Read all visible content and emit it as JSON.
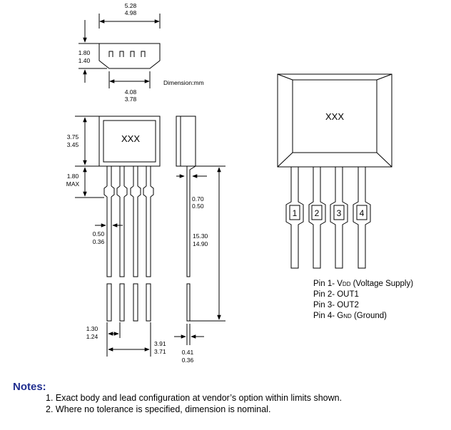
{
  "top_view": {
    "width_max": "5.28",
    "width_min": "4.98",
    "height_max": "1.80",
    "height_min": "1.40",
    "bottom_max": "4.08",
    "bottom_min": "3.78",
    "unit_label": "Dimension:mm"
  },
  "front_view": {
    "marking": "XXX",
    "body_height_max": "3.75",
    "body_height_min": "3.45",
    "shoulder_max": "1.80",
    "shoulder_label": "MAX",
    "lead_width_max": "0.50",
    "lead_width_min": "0.36",
    "pitch_max": "1.30",
    "pitch_min": "1.24",
    "span_max": "3.91",
    "span_min": "3.71"
  },
  "side_view": {
    "lead_offset_max": "0.70",
    "lead_offset_min": "0.50",
    "lead_length_max": "15.30",
    "lead_length_min": "14.90",
    "thickness_max": "0.41",
    "thickness_min": "0.36"
  },
  "large_view": {
    "marking": "XXX",
    "pins": [
      "1",
      "2",
      "3",
      "4"
    ]
  },
  "pin_list": [
    {
      "prefix": "Pin 1- V",
      "sub": "DD",
      "suffix": " (Voltage Supply)"
    },
    {
      "prefix": "Pin 2- OUT1",
      "sub": "",
      "suffix": ""
    },
    {
      "prefix": "Pin 3- OUT2",
      "sub": "",
      "suffix": ""
    },
    {
      "prefix": "Pin 4- G",
      "sub": "ND",
      "suffix": " (Ground)"
    }
  ],
  "notes": {
    "title": "Notes:",
    "items": [
      "1. Exact body and lead configuration at vendor’s option within limits shown.",
      "2. Where no tolerance is specified, dimension is nominal."
    ]
  }
}
